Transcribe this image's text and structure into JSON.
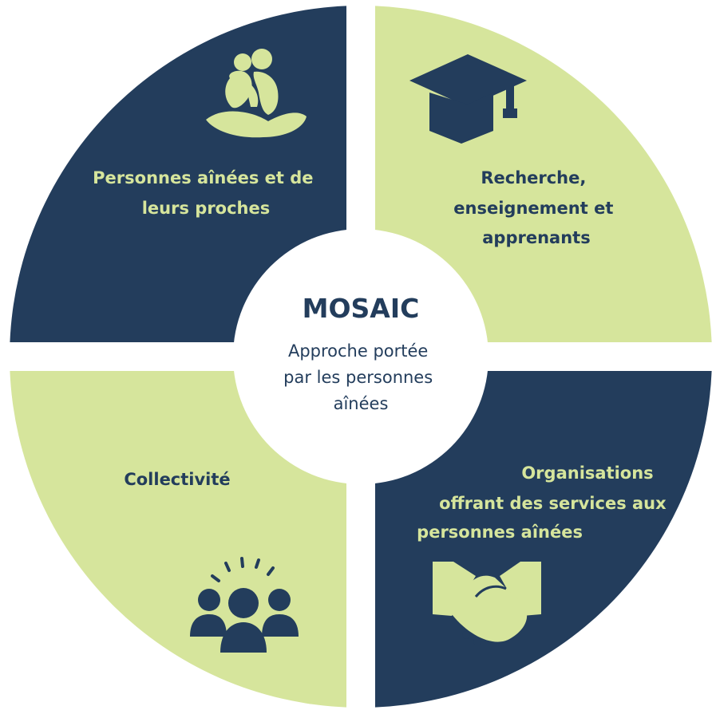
{
  "colors": {
    "navy": "#233d5c",
    "green": "#d6e59c",
    "white": "#ffffff"
  },
  "center": {
    "title": "MOSAIC",
    "subtitle_lines": [
      "Approche portée",
      "par les personnes",
      "aînées"
    ]
  },
  "quadrants": [
    {
      "id": "top-left",
      "label_lines": [
        "Personnes aînées et de",
        "leurs proches"
      ],
      "icon": "caring-hands-family-icon",
      "fill": "navy",
      "text_color": "green"
    },
    {
      "id": "top-right",
      "label_lines": [
        "Recherche,",
        "enseignement et",
        "apprenants"
      ],
      "icon": "graduation-cap-icon",
      "fill": "green",
      "text_color": "navy"
    },
    {
      "id": "bottom-left",
      "label_lines": [
        "Collectivité"
      ],
      "icon": "community-group-icon",
      "fill": "green",
      "text_color": "navy"
    },
    {
      "id": "bottom-right",
      "label_lines": [
        "Organisations",
        "offrant des services aux",
        "personnes aînées"
      ],
      "icon": "handshake-icon",
      "fill": "navy",
      "text_color": "green"
    }
  ]
}
